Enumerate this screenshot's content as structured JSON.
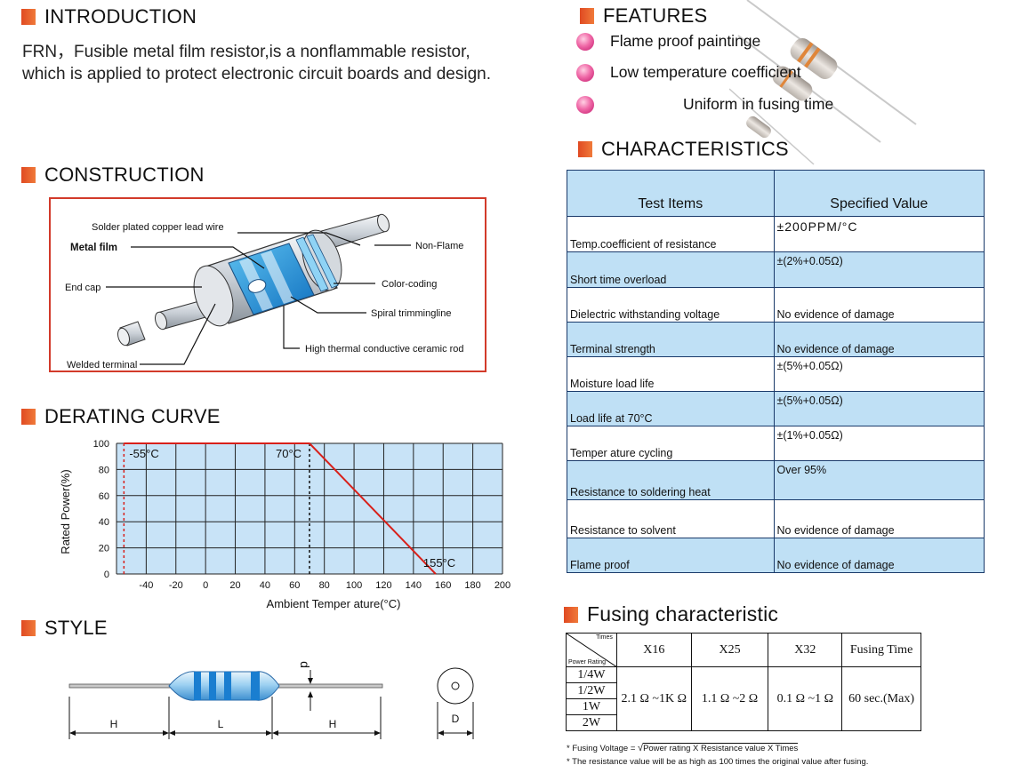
{
  "sections": {
    "introduction": "INTRODUCTION",
    "construction": "CONSTRUCTION",
    "derating": "DERATING CURVE",
    "style": "STYLE",
    "features": "FEATURES",
    "characteristics": "CHARACTERISTICS",
    "fusing": "Fusing characteristic"
  },
  "introduction": {
    "line1": "FRN，Fusible metal film resistor,is a nonflammable resistor,",
    "line2": "which is applied to protect electronic circuit boards and design."
  },
  "features": [
    "Flame proof paintinge",
    "Low temperature coefficient",
    "Uniform in fusing time"
  ],
  "construction_labels": {
    "solder": "Solder plated copper lead wire",
    "metal_film": "Metal film",
    "end_cap": "End cap",
    "welded": "Welded terminal",
    "non_flame": "Non-Flame",
    "color_coding": "Color-coding",
    "spiral": "Spiral trimmingline",
    "ceramic": "High thermal conductive ceramic rod"
  },
  "chart_data": {
    "type": "line",
    "title": "",
    "xlabel": "Ambient Temper ature(°C)",
    "ylabel": "Rated Power(%)",
    "xlim": [
      -60,
      200
    ],
    "ylim": [
      0,
      100
    ],
    "x_ticks": [
      -40,
      -20,
      0,
      20,
      40,
      60,
      80,
      100,
      120,
      140,
      160,
      180,
      200
    ],
    "y_ticks": [
      0,
      20,
      40,
      60,
      80,
      100
    ],
    "grid": true,
    "series": [
      {
        "x": [
          -55,
          70,
          155
        ],
        "y": [
          100,
          100,
          0
        ],
        "color": "#d8201a"
      }
    ],
    "annotations": [
      {
        "text": "-55°C",
        "x": -55,
        "y": 100
      },
      {
        "text": "70°C",
        "x": 70,
        "y": 100
      },
      {
        "text": "155°C",
        "x": 155,
        "y": 0
      }
    ]
  },
  "style_labels": {
    "H": "H",
    "L": "L",
    "d": "d",
    "D": "D"
  },
  "characteristics": {
    "header": {
      "item": "Test Items",
      "value": "Specified Value"
    },
    "rows": [
      {
        "item": "Temp.coefficient of resistance",
        "value": "±200PPM/°C"
      },
      {
        "item": "Short time overload",
        "value": "±(2%+0.05Ω)"
      },
      {
        "item": "Dielectric withstanding voltage",
        "value": "No evidence of damage"
      },
      {
        "item": "Terminal strength",
        "value": "No evidence of damage"
      },
      {
        "item": "Moisture load life",
        "value": "±(5%+0.05Ω)"
      },
      {
        "item": "Load life at 70°C",
        "value": "±(5%+0.05Ω)"
      },
      {
        "item": "Temper ature cycling",
        "value": "±(1%+0.05Ω)"
      },
      {
        "item": "Resistance to soldering heat",
        "value": "Over 95%"
      },
      {
        "item": "Resistance to solvent",
        "value": "No evidence of damage"
      },
      {
        "item": "Flame proof",
        "value": "No evidence of damage"
      }
    ]
  },
  "fusing_table": {
    "corner_top": "Times",
    "corner_bottom": "Power Rating",
    "cols": [
      "X16",
      "X25",
      "X32",
      "Fusing Time"
    ],
    "ratings": [
      "1/4W",
      "1/2W",
      "1W",
      "2W"
    ],
    "values": [
      "2.1 Ω ~1K Ω",
      "1.1 Ω ~2 Ω",
      "0.1 Ω ~1 Ω",
      "60 sec.(Max)"
    ]
  },
  "notes": {
    "voltage_prefix": "* Fusing Voltage =",
    "voltage_formula": "Power rating X Resistance value X Times",
    "resistance": "* The resistance value will be as high as 100 times the original value  after fusing."
  }
}
